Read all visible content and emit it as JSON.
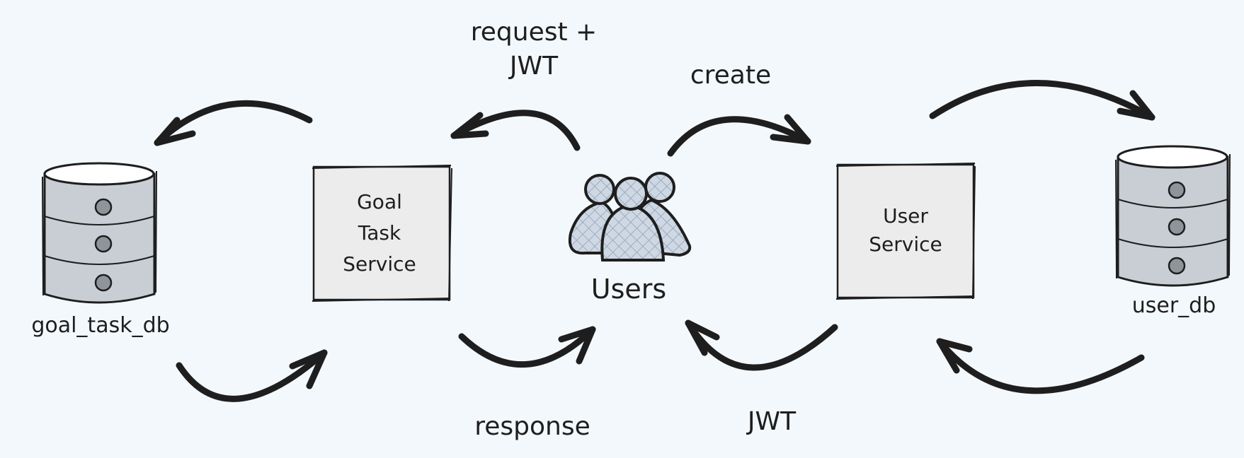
{
  "nodes": {
    "goal_task_db": {
      "label": "goal_task_db"
    },
    "goal_task_service": {
      "lines": [
        "Goal",
        "Task",
        "Service"
      ]
    },
    "users": {
      "label": "Users"
    },
    "user_service": {
      "lines": [
        "User",
        "Service"
      ]
    },
    "user_db": {
      "label": "user_db"
    }
  },
  "edges": {
    "request": {
      "lines": [
        "request +",
        "JWT"
      ]
    },
    "create": {
      "label": "create"
    },
    "response": {
      "label": "response"
    },
    "jwt": {
      "label": "JWT"
    }
  },
  "colors": {
    "background": "#f3f8fc",
    "stroke": "#1e1e1e",
    "box_fill": "#ececec",
    "db_fill": "#c9ced5",
    "db_top": "#ffffff",
    "users_fill": "#ced8e4"
  },
  "icons": [
    "database-icon",
    "users-icon",
    "arrow-icon"
  ]
}
